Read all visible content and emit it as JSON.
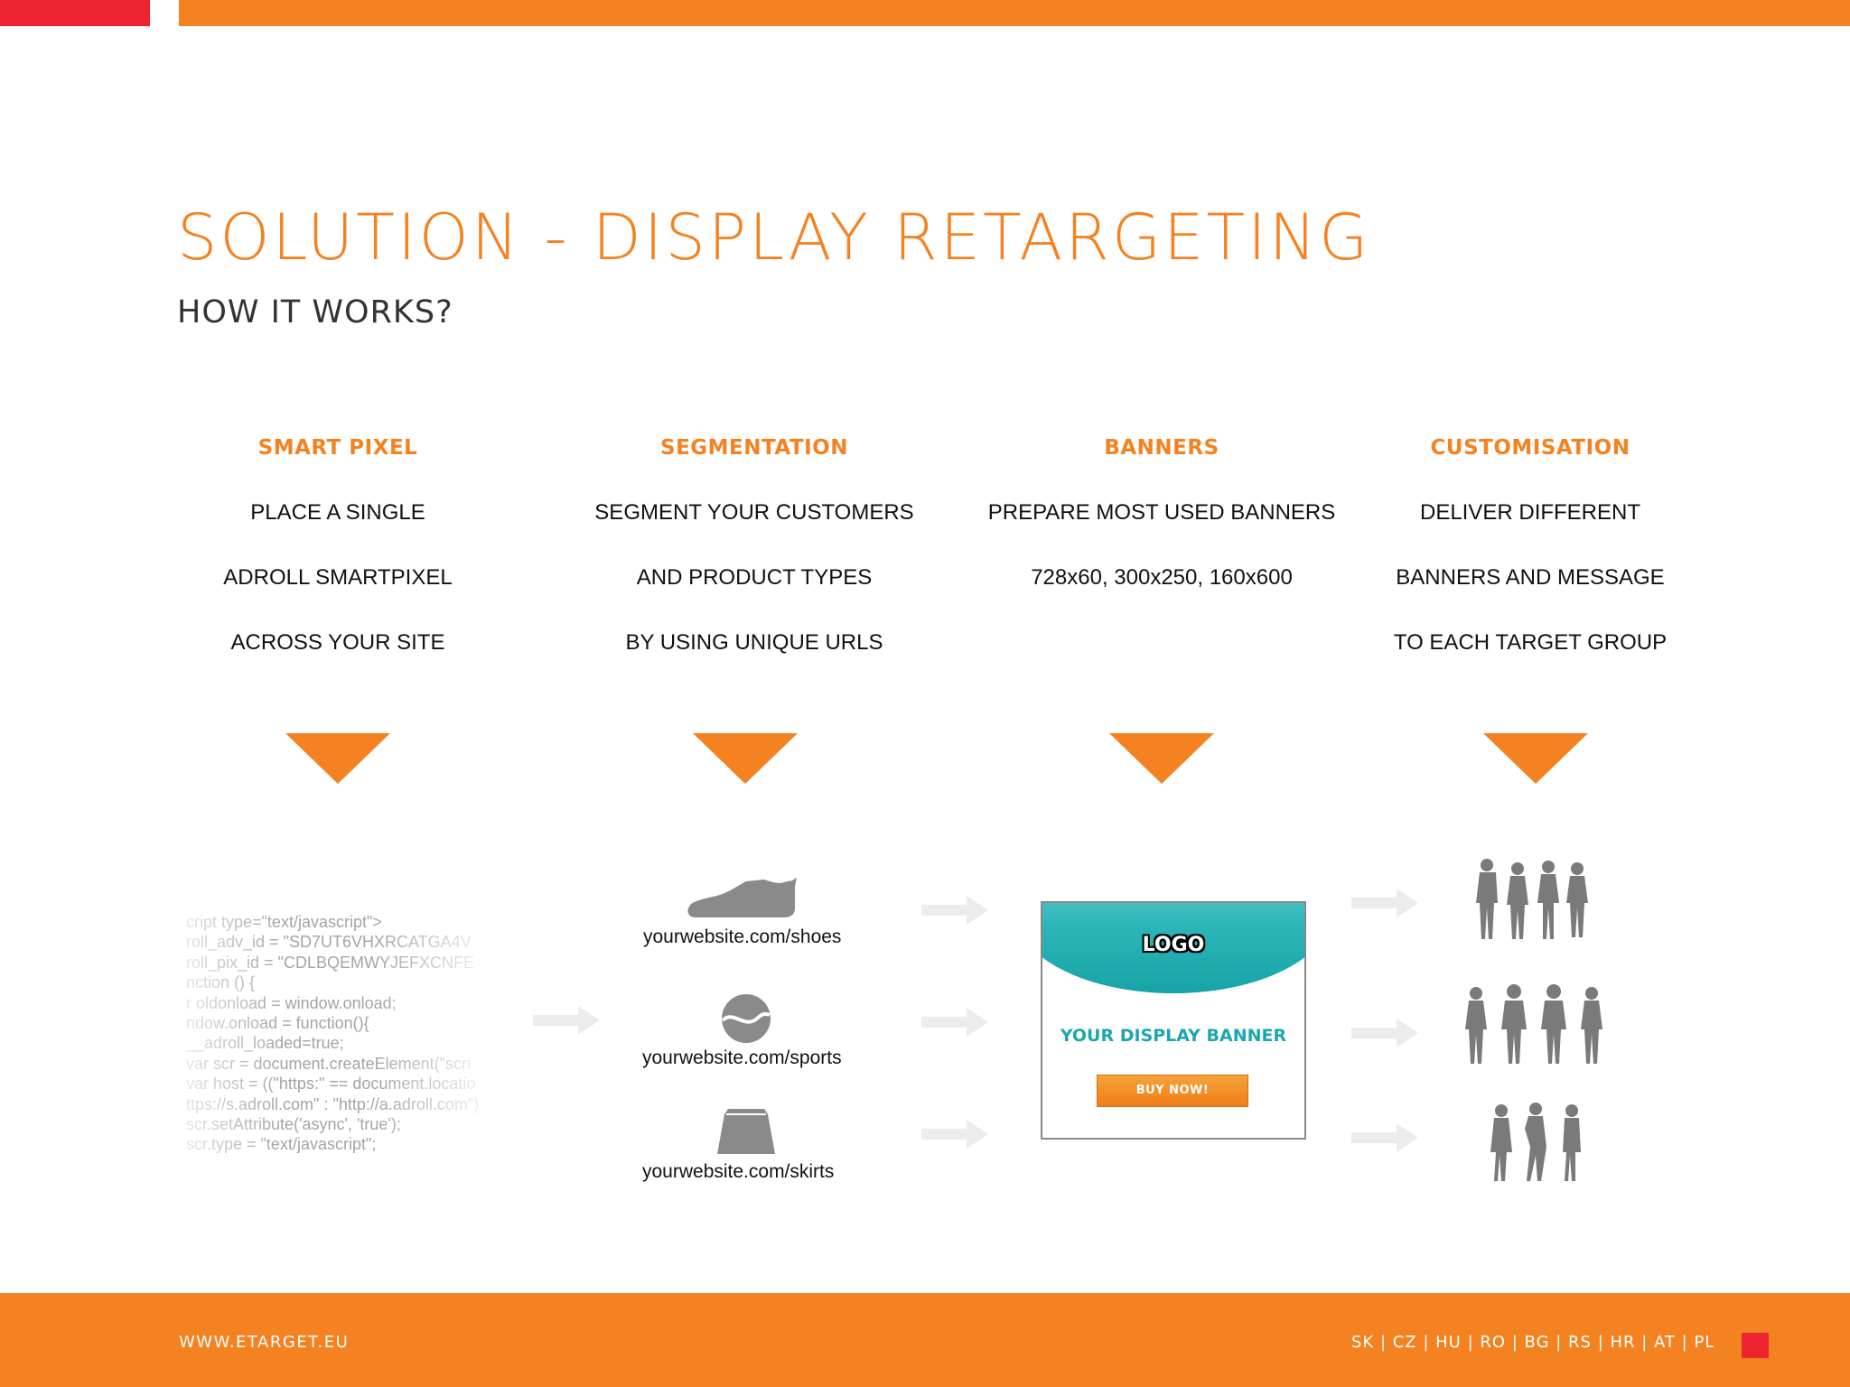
{
  "title": "SOLUTION - DISPLAY RETARGETING",
  "subtitle": "HOW IT WORKS?",
  "columns": [
    {
      "heading": "SMART PIXEL",
      "lines": [
        "PLACE A SINGLE",
        "ADROLL SMARTPIXEL",
        "ACROSS YOUR SITE"
      ]
    },
    {
      "heading": "SEGMENTATION",
      "lines": [
        "SEGMENT YOUR CUSTOMERS",
        "AND PRODUCT TYPES",
        "BY USING UNIQUE URLS"
      ]
    },
    {
      "heading": "BANNERS",
      "lines": [
        "PREPARE MOST USED BANNERS",
        "728x60, 300x250, 160x600",
        ""
      ]
    },
    {
      "heading": "CUSTOMISATION",
      "lines": [
        "DELIVER DIFFERENT",
        "BANNERS AND MESSAGE",
        "TO EACH TARGET GROUP"
      ]
    }
  ],
  "code_lines": [
    "cript type=\"text/javascript\">",
    "roll_adv_id = \"SD7UT6VHXRCATGA4V",
    "roll_pix_id = \"CDLBQEMWYJEFXCNFE",
    "nction () {",
    "r oldonload = window.onload;",
    "ndow.onload = function(){",
    "__adroll_loaded=true;",
    "var scr = document.createElement(\"scri",
    "var host = ((\"https:\" == document.locatio",
    "ttps://s.adroll.com\" : \"http://a.adroll.com\")",
    "scr.setAttribute('async', 'true');",
    "scr.type = \"text/javascript\";"
  ],
  "segments": [
    {
      "icon": "shoe-icon",
      "url": "yourwebsite.com/shoes"
    },
    {
      "icon": "ball-icon",
      "url": "yourwebsite.com/sports"
    },
    {
      "icon": "skirt-icon",
      "url": "yourwebsite.com/skirts"
    }
  ],
  "banner": {
    "logo": "LOGO",
    "text": "YOUR DISPLAY BANNER",
    "button": "BUY NOW!"
  },
  "footer": {
    "url": "WWW.ETARGET.EU",
    "countries": "SK | CZ | HU | RO | BG | RS | HR | AT | PL"
  },
  "colors": {
    "accent": "#f58220",
    "brand_red": "#ee2430",
    "banner_teal": "#1aa7b0",
    "icon_gray": "#8a8a8a"
  }
}
